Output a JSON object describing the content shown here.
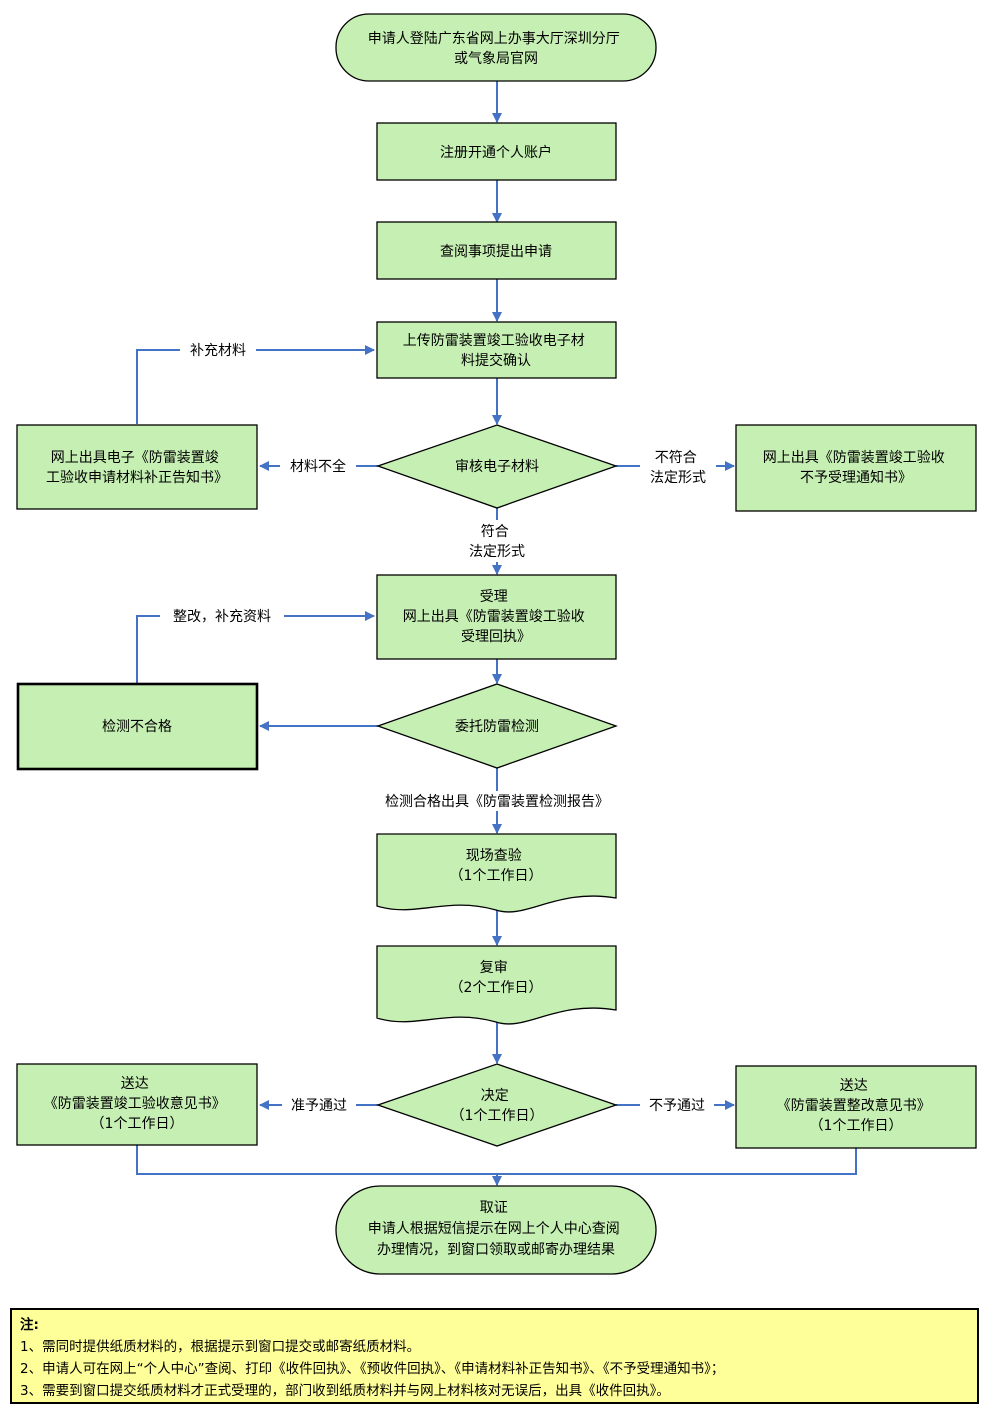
{
  "nodes": {
    "start": [
      "申请人登陆广东省网上办事大厅深圳分厅",
      "或气象局官网"
    ],
    "register": [
      "注册开通个人账户"
    ],
    "apply": [
      "查阅事项提出申请"
    ],
    "upload": [
      "上传防雷装置竣工验收电子材",
      "料提交确认"
    ],
    "review": [
      "审核电子材料"
    ],
    "supplement_notice": [
      "网上出具电子《防雷装置竣",
      "工验收申请材料补正告知书》"
    ],
    "reject_notice": [
      "网上出具《防雷装置竣工验收",
      "不予受理通知书》"
    ],
    "accept": [
      "受理",
      "网上出具《防雷装置竣工验收",
      "受理回执》"
    ],
    "detect": [
      "委托防雷检测"
    ],
    "detect_fail": [
      "检测不合格"
    ],
    "onsite": [
      "现场查验",
      "（1个工作日）"
    ],
    "recheck": [
      "复审",
      "（2个工作日）"
    ],
    "decision": [
      "决定",
      "（1个工作日）"
    ],
    "approve_doc": [
      "送达",
      "《防雷装置竣工验收意见书》",
      "（1个工作日）"
    ],
    "rectify_doc": [
      "送达",
      "《防雷装置整改意见书》",
      "（1个工作日）"
    ],
    "pickup": [
      "取证",
      "申请人根据短信提示在网上个人中心查阅",
      "办理情况，到窗口领取或邮寄办理结果"
    ]
  },
  "edges": {
    "supplement": "补充材料",
    "incomplete": "材料不全",
    "not_conform": [
      "不符合",
      "法定形式"
    ],
    "conform": [
      "符合",
      "法定形式"
    ],
    "rectify": "整改，补充资料",
    "pass_report": "检测合格出具《防雷装置检测报告》",
    "approve": "准予通过",
    "disapprove": "不予通过"
  },
  "notes": {
    "title": "注:",
    "items": [
      "1、需同时提供纸质材料的，根据提示到窗口提交或邮寄纸质材料。",
      "2、申请人可在网上“个人中心”查阅、打印《收件回执》、《预收件回执》、《申请材料补正告知书》、《不予受理通知书》；",
      "3、需要到窗口提交纸质材料才正式受理的，部门收到纸质材料并与网上材料核对无误后，出具《收件回执》。"
    ]
  },
  "colors": {
    "node_fill": "#c6efb3",
    "edge": "#4472c4",
    "notes_bg": "#ffff99"
  }
}
